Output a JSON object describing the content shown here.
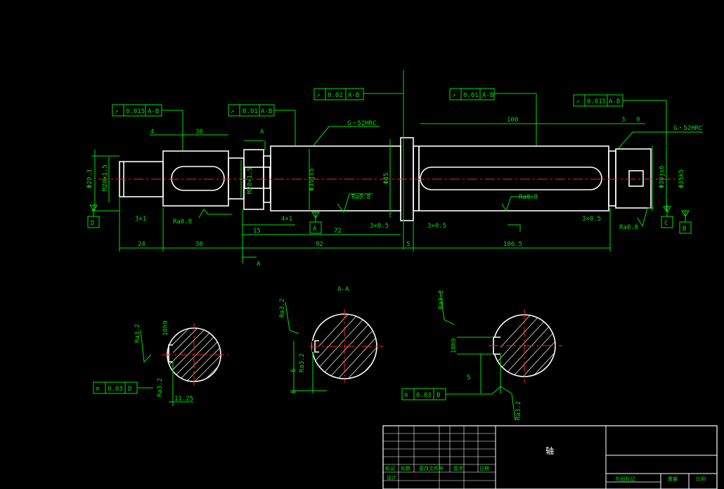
{
  "drawing": {
    "frames": [
      {
        "id": "f1",
        "value": "0.015",
        "datum": "A-B"
      },
      {
        "id": "f2",
        "value": "0.01",
        "datum": "A-B"
      },
      {
        "id": "f3",
        "value": "0.02",
        "datum": "A-B"
      },
      {
        "id": "f4",
        "value": "0.01",
        "datum": "A-B"
      },
      {
        "id": "f5",
        "value": "0.015",
        "datum": "A-B"
      },
      {
        "id": "f6",
        "value": "0.03",
        "datum": "D"
      },
      {
        "id": "f7",
        "value": "0.03",
        "datum": "B"
      }
    ],
    "datums": {
      "d": "D",
      "a": "A",
      "c": "C",
      "b": "B"
    },
    "section_label": "A-A",
    "cut_a": "A",
    "hardness": "G・52HRC",
    "dims": {
      "d1": "4",
      "d2": "30",
      "d3": "100",
      "d4": "3",
      "d5": "9",
      "d6": "Φ29.3",
      "d7": "M20×1.5",
      "d8": "M20×1.5",
      "d9": "Φ35js5",
      "d10": "Φ45",
      "d11": "Φ30js6",
      "d12": "Φ35k5",
      "d13": "3×1",
      "d14": "Ra0.8",
      "d15": "4×1",
      "d16": "Ra0.8",
      "d17": "Ra0.8",
      "d18": "Ra0.8",
      "d19": "3×0.5",
      "d20": "3×0.5",
      "d21": "3×0.5",
      "d22": "15",
      "d23": "72",
      "d24": "24",
      "d25": "38",
      "d26": "92",
      "d27": "5",
      "d28": "106.5",
      "s1a": "Ra3.2",
      "s1b": "10h9",
      "s1c": "Ra3.2",
      "s1d": "11.25",
      "s2a": "Ra3.2",
      "s2b": "6",
      "s2c": "Ra3.2",
      "s2d": "8",
      "s3a": "Ra3.2",
      "s3b": "10h9",
      "s3c": "5",
      "s3d": "Ra3.2"
    },
    "title_block": {
      "part_name": "轴",
      "h_mark": "标记",
      "h_count": "处数",
      "h_zone": "更改文件号",
      "h_sign": "签字",
      "h_date": "日期",
      "h_design": "设计",
      "r_stage": "阶段标记",
      "r_weight": "重量",
      "r_scale": "比例"
    }
  }
}
